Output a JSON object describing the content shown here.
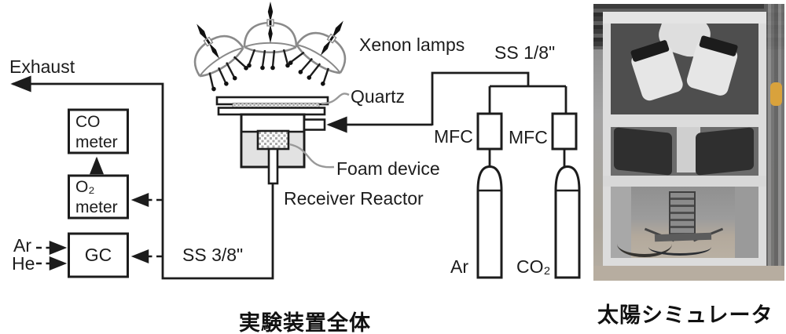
{
  "diagram": {
    "caption": "実験装置全体",
    "labels": {
      "exhaust": "Exhaust",
      "xenon_lamps": "Xenon lamps",
      "quartz": "Quartz",
      "foam_device": "Foam device",
      "receiver_reactor": "Receiver Reactor",
      "ss_one_eighth": "SS 1/8\"",
      "ss_three_eighth": "SS 3/8\"",
      "mfc_left": "MFC",
      "mfc_right": "MFC",
      "cylinder_ar": "Ar",
      "cylinder_co2": "CO₂",
      "feed_ar": "Ar",
      "feed_he": "He"
    },
    "instruments": {
      "co_meter": {
        "line1": "CO",
        "line2": "meter"
      },
      "o2_meter": {
        "line1": "O₂",
        "line2": "meter"
      },
      "gc": "GC"
    }
  },
  "photo": {
    "caption": "太陽シミュレータ"
  },
  "colors": {
    "line": "#1c1c1c",
    "lamp_outline": "#8a8a8a",
    "leader": "#999999",
    "reactor_fill": "#e2e2e2"
  }
}
